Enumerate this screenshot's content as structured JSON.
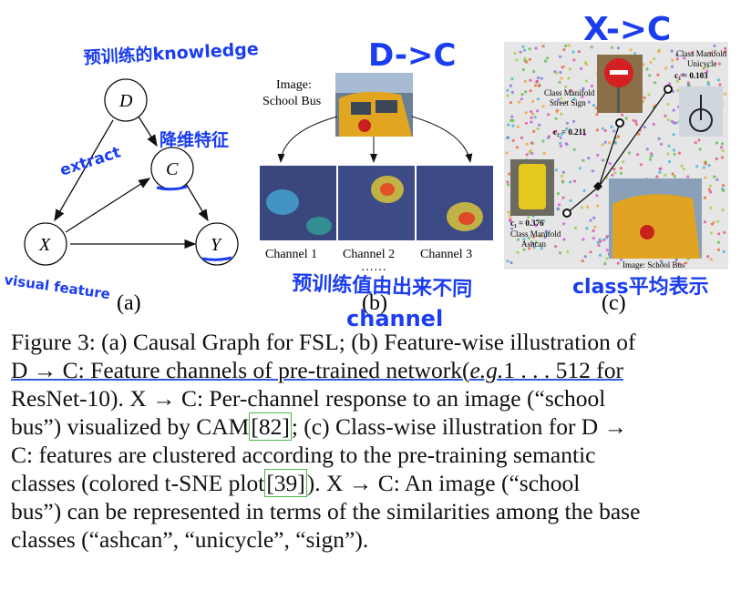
{
  "panel_a": {
    "nodes": {
      "d": "D",
      "c": "C",
      "x": "X",
      "y": "Y"
    },
    "label": "(a)",
    "annotations": {
      "top": "预训练的knowledge",
      "c_note": "降维特征",
      "extract": "extract",
      "visual_feature": "visual feature"
    }
  },
  "panel_b": {
    "image_label": "Image: School Bus",
    "channels": [
      "Channel 1",
      "Channel 2",
      "Channel 3"
    ],
    "ellipsis": "……",
    "label": "(b)",
    "annotations": {
      "title": "D->C",
      "bottom": "预训练值由出来不同 channel"
    }
  },
  "panel_c": {
    "label": "(c)",
    "manifolds": {
      "unicycle": "Class Manifold Unicycle",
      "street_sign": "Class Manifold Street Sign",
      "ashcan": "Class Manifold Ashcan"
    },
    "c3": "c₃ = 0.103",
    "c2": "c₂ = 0.211",
    "c1": "c₁ = 0.376",
    "image_label": "Image: School Bus",
    "annotations": {
      "title": "X->C",
      "bottom": "class平均表示"
    }
  },
  "caption": {
    "l1": "Figure 3: (a) Causal Graph for FSL; (b) Feature-wise illustration of",
    "l2a": "D → C: Feature channels of pre-trained network(",
    "l2b": "e.g.",
    "l2c": "1 . . . 512 for",
    "l3a": "ResNet-10). X → C: Per-channel response to an image (“school",
    "l4a": "bus”) visualized by CAM",
    "l4ref": "[82]",
    "l4b": "; (c) Class-wise illustration for D →",
    "l5": "C: features are clustered according to the pre-training semantic",
    "l6a": "classes (colored t-SNE plot",
    "l6ref": "[39]",
    "l6b": ").  X → C: An image (“school",
    "l7": "bus”) can be represented in terms of the similarities among the base",
    "l8": "classes (“ashcan”, “unicycle”, “sign”)."
  },
  "colors": {
    "handwriting": "#1a3df0",
    "tsne_bg": "#e6e6e6",
    "underline": "#2f5be0"
  }
}
